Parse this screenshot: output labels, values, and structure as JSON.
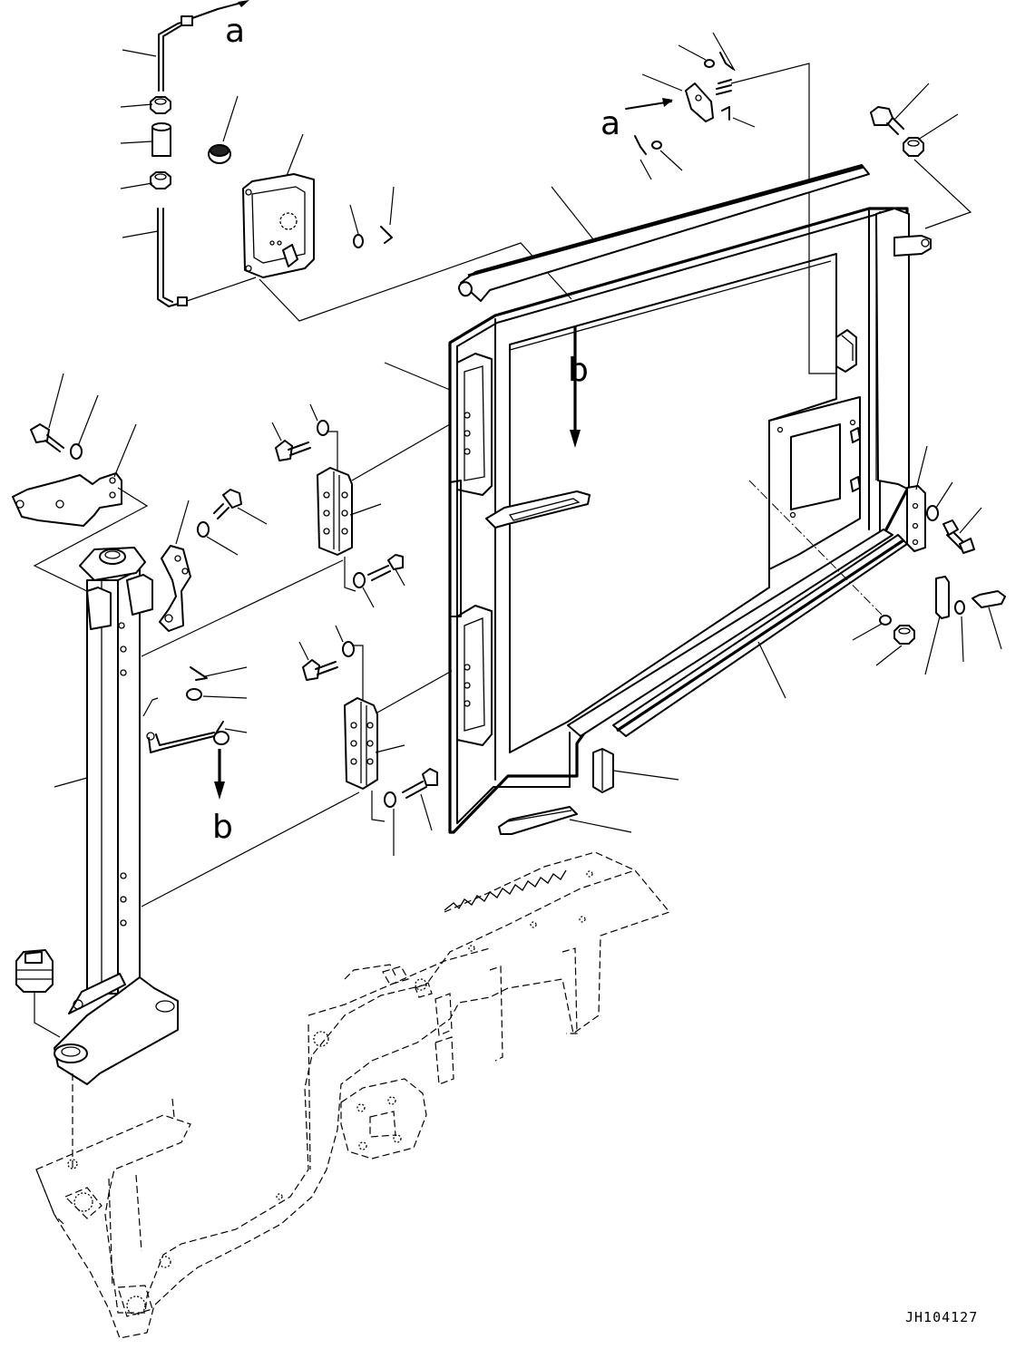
{
  "diagram": {
    "ref_a_top": "a",
    "ref_a_right": "a",
    "ref_b_door": "b",
    "ref_b_left": "b",
    "drawing_code": "JH104127"
  },
  "colors": {
    "ink": "#000000",
    "paper": "#ffffff"
  }
}
